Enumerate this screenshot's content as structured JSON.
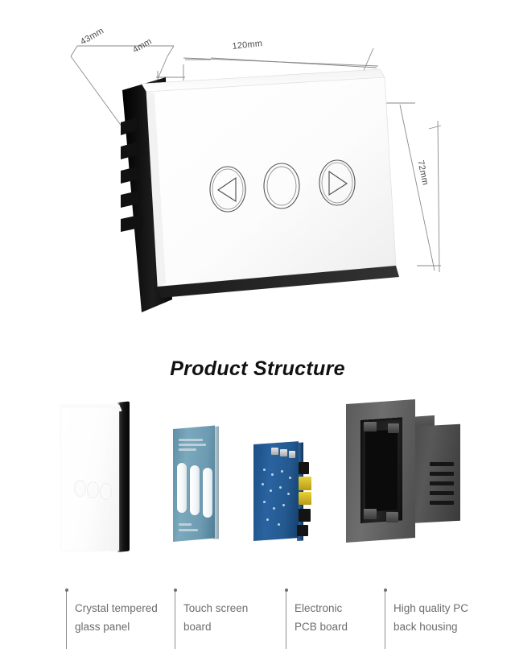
{
  "page": {
    "background_color": "#ffffff"
  },
  "dimension_diagram": {
    "name": "touch-switch-dimension-drawing",
    "labels": [
      {
        "id": "depth",
        "text": "43mm",
        "meaning": "back-housing depth"
      },
      {
        "id": "glass-thickness",
        "text": "4mm",
        "meaning": "glass panel thickness"
      },
      {
        "id": "width",
        "text": "120mm",
        "meaning": "panel width"
      },
      {
        "id": "height",
        "text": "72mm",
        "meaning": "panel height"
      }
    ],
    "panel": {
      "face_color": "#ffffff",
      "edge_color": "#0d0d0d",
      "buttons": [
        {
          "id": "button-left",
          "icon": "triangle-left-icon"
        },
        {
          "id": "button-center",
          "icon": "circle-icon"
        },
        {
          "id": "button-right",
          "icon": "triangle-right-icon"
        }
      ]
    }
  },
  "structure": {
    "heading": "Product Structure",
    "parts": [
      {
        "id": "glass-panel",
        "caption": "Crystal tempered\nglass panel",
        "colors": {
          "body": "#ffffff",
          "edge": "#111111"
        }
      },
      {
        "id": "touch-board",
        "caption": "Touch screen\nboard",
        "colors": {
          "body": "#6d9bb2",
          "pads": "#ffffff"
        }
      },
      {
        "id": "pcb-board",
        "caption": "Electronic\nPCB board",
        "colors": {
          "body": "#23598f",
          "terminals": "#d8c22a"
        }
      },
      {
        "id": "back-housing",
        "caption": "High quality PC\nback housing",
        "colors": {
          "body": "#5a5a5a",
          "cavity": "#141414"
        }
      }
    ]
  },
  "style": {
    "dimension_line_color": "#8a8a8a",
    "caption_text_color": "#6d6d6d",
    "heading_color": "#111111"
  }
}
